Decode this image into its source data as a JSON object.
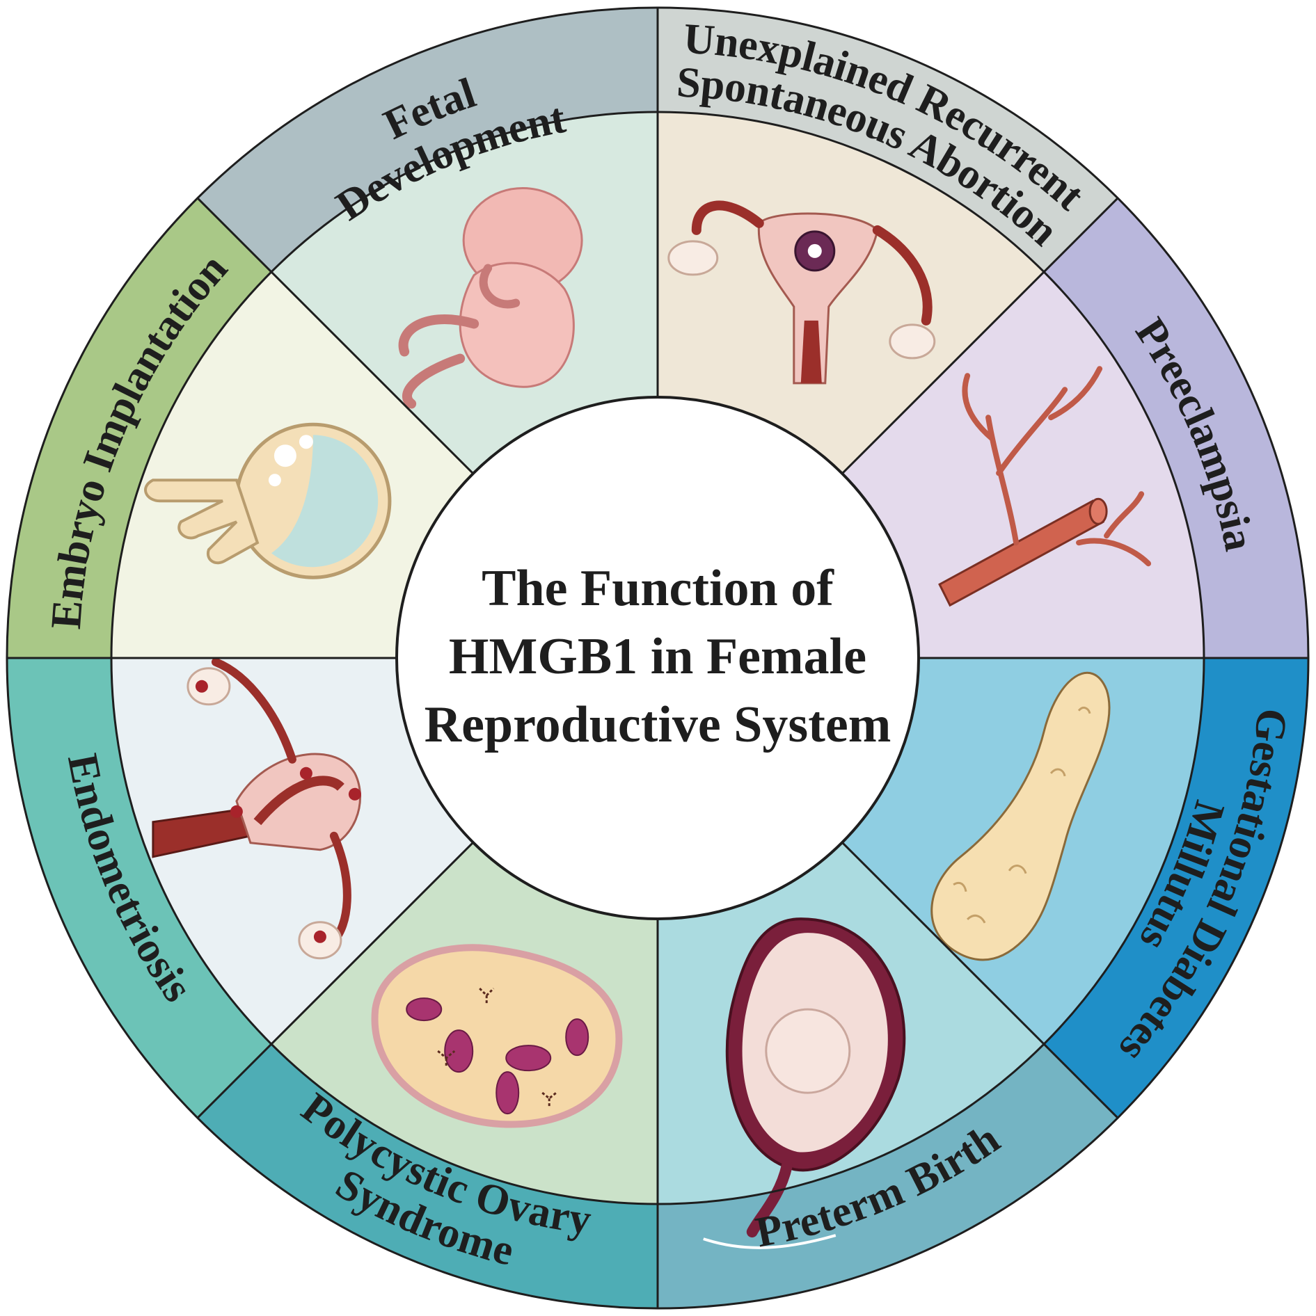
{
  "center": {
    "lines": [
      "The Function of",
      "HMGB1 in Female",
      "Reproductive System"
    ]
  },
  "sections": [
    {
      "id": "fetal",
      "lines": [
        "Fetal",
        "Development"
      ],
      "ring_color": "#aebfc4",
      "fill_color": "#d7e9e0",
      "icon": "fetus-icon"
    },
    {
      "id": "ursa",
      "lines": [
        "Unexplained Recurrent",
        "Spontaneous Abortion"
      ],
      "ring_color": "#cfd5d2",
      "fill_color": "#efe7d7",
      "icon": "uterus-embryo-icon"
    },
    {
      "id": "preeclampsia",
      "lines": [
        "Preeclampsia"
      ],
      "ring_color": "#b9b7dc",
      "fill_color": "#e4daec",
      "icon": "blood-vessel-icon"
    },
    {
      "id": "gdm",
      "lines": [
        "Gestational Diabetes",
        "Millutus"
      ],
      "ring_color": "#1f8fc8",
      "fill_color": "#8fcee2",
      "icon": "pancreas-icon"
    },
    {
      "id": "preterm",
      "lines": [
        "Preterm Birth"
      ],
      "ring_color": "#74b4c3",
      "fill_color": "#abdbe0",
      "icon": "pregnant-uterus-icon"
    },
    {
      "id": "pcos",
      "lines": [
        "Polycystic Ovary",
        "Syndrome"
      ],
      "ring_color": "#4eadb5",
      "fill_color": "#cbe2c9",
      "icon": "polycystic-ovary-icon"
    },
    {
      "id": "endometriosis",
      "lines": [
        "Endometriosis"
      ],
      "ring_color": "#6cc3b7",
      "fill_color": "#eaf1f4",
      "icon": "uterus-lesions-icon"
    },
    {
      "id": "implantation",
      "lines": [
        "Embryo Implantation"
      ],
      "ring_color": "#a9c887",
      "fill_color": "#f2f4e4",
      "icon": "blastocyst-icon"
    }
  ]
}
